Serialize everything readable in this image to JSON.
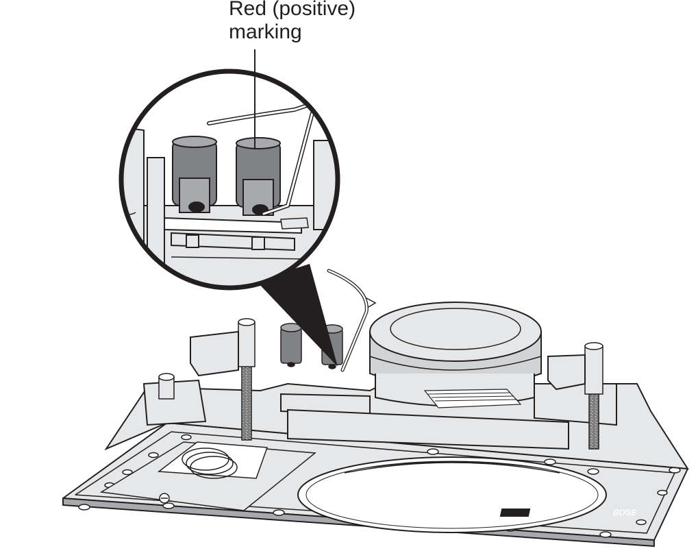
{
  "callout": {
    "line1": "Red (positive)",
    "line2": "marking"
  },
  "brand": {
    "logo_text": "BOSE"
  },
  "colors": {
    "stroke": "#231f20",
    "fill_light": "#e6e7e8",
    "fill_mid": "#a7a9ac",
    "fill_dark": "#808285",
    "background": "#ffffff"
  }
}
